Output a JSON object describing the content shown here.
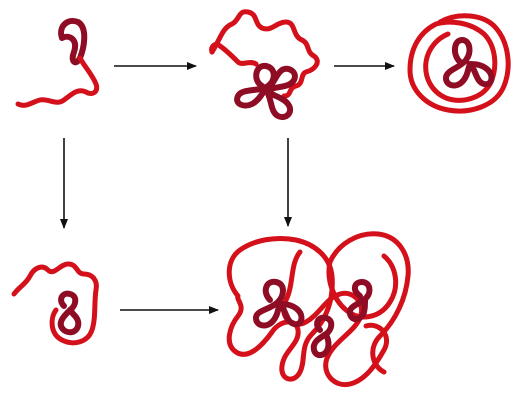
{
  "colors": {
    "chain": "#d4101a",
    "core": "#8e0d24",
    "arrow": "#111111",
    "background": "#ffffff"
  },
  "stages": [
    {
      "id": "unfolded-chain",
      "core_folded": false,
      "outer_wrapped": false
    },
    {
      "id": "core-folded-loose-tail",
      "core_folded": true,
      "outer_wrapped": false
    },
    {
      "id": "compact-wrapped",
      "core_folded": true,
      "outer_wrapped": true
    },
    {
      "id": "partially-folded",
      "core_folded": "partial",
      "outer_wrapped": false
    },
    {
      "id": "aggregated-tangle",
      "core_count": 3,
      "outer_wrapped": true
    }
  ],
  "arrows": [
    {
      "from": "unfolded-chain",
      "to": "core-folded-loose-tail",
      "direction": "right"
    },
    {
      "from": "core-folded-loose-tail",
      "to": "compact-wrapped",
      "direction": "right"
    },
    {
      "from": "unfolded-chain",
      "to": "partially-folded",
      "direction": "down"
    },
    {
      "from": "core-folded-loose-tail",
      "to": "aggregated-tangle",
      "direction": "down"
    },
    {
      "from": "partially-folded",
      "to": "aggregated-tangle",
      "direction": "right"
    }
  ]
}
